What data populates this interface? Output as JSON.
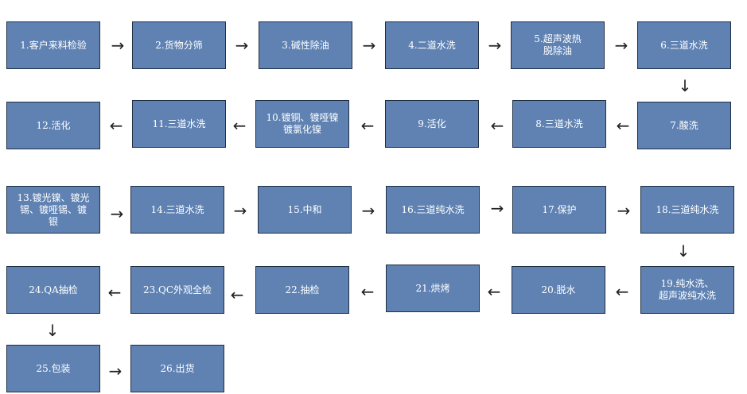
{
  "steps": [
    "1.客户来料检验",
    "2.货物分筛",
    "3.碱性除油",
    "4.二道水洗",
    "5.超声波热\n脱除油",
    "6.三道水洗",
    "7.酸洗",
    "8.三道水洗",
    "9.活化",
    "10.镀铜、镀哑镍\n镀氯化镍",
    "11.三道水洗",
    "12.活化",
    "13.镀光镍、镀光\n锡、镀哑锡、镀\n银",
    "14.三道水洗",
    "15.中和",
    "16.三道纯水洗",
    "17.保护",
    "18.三道纯水洗",
    "19.纯水洗、\n超声波纯水洗",
    "20.脱水",
    "21.烘烤",
    "22.抽检",
    "23.QC外观全检",
    "24.QA抽检",
    "25.包装",
    "26.出货"
  ],
  "arrows": {
    "right": "→",
    "left": "←",
    "down": "↓"
  }
}
